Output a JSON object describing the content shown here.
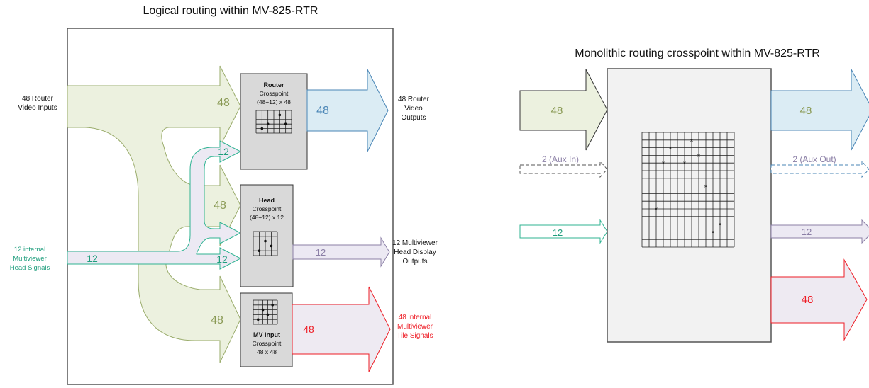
{
  "colors": {
    "green_fill": "#ecf1df",
    "green_stroke": "#9aac6b",
    "green_text": "#8a9a55",
    "blue_fill": "#dbecf4",
    "blue_stroke": "#4a86b6",
    "blue_text": "#4a86b6",
    "teal_stroke": "#2fb392",
    "teal_text": "#1f9e7d",
    "lilac_fill": "#ece9f3",
    "lilac_stroke": "#8b7fa6",
    "lilac_text": "#8b7fa6",
    "red": "#ee1c25",
    "red_fill": "#eeeaf2",
    "box_fill": "#d9d9d9",
    "frame_stroke": "#555555",
    "panel_fill": "#f2f2f2"
  },
  "left": {
    "title": "Logical routing  within MV-825-RTR",
    "inputs": {
      "router_video": [
        "48 Router",
        "Video Inputs"
      ],
      "head_signals": [
        "12 internal",
        "Multiviewer",
        "Head Signals"
      ]
    },
    "arrow_labels": {
      "input_12": "12",
      "router_in_48": "48",
      "router_in_12": "12",
      "head_in_48": "48",
      "head_in_12": "12",
      "mv_in_48": "48",
      "router_out": "48",
      "head_out": "12",
      "mv_out": "48"
    },
    "boxes": {
      "router": {
        "title": "Router",
        "lines": [
          "Crosspoint",
          "(48+12) x 48"
        ]
      },
      "head": {
        "title": "Head",
        "lines": [
          "Crosspoint",
          "(48+12) x 12"
        ]
      },
      "mv": {
        "title": "MV Input",
        "lines": [
          "Crosspoint",
          "48 x 48"
        ]
      }
    },
    "outputs": {
      "router_video": [
        "48 Router",
        "Video",
        "Outputs"
      ],
      "head_display": [
        "12 Multiviewer",
        "Head Display",
        "Outputs"
      ],
      "tile_signals": [
        "48 internal",
        "Multiviewer",
        "Tile Signals"
      ]
    }
  },
  "right": {
    "title": "Monolithic routing crosspoint within MV-825-RTR",
    "arrow_labels": {
      "in_48": "48",
      "aux_in": "2 (Aux In)",
      "in_12": "12",
      "out_48": "48",
      "aux_out": "2 (Aux Out)",
      "out_12": "12",
      "out_48_red": "48"
    }
  }
}
